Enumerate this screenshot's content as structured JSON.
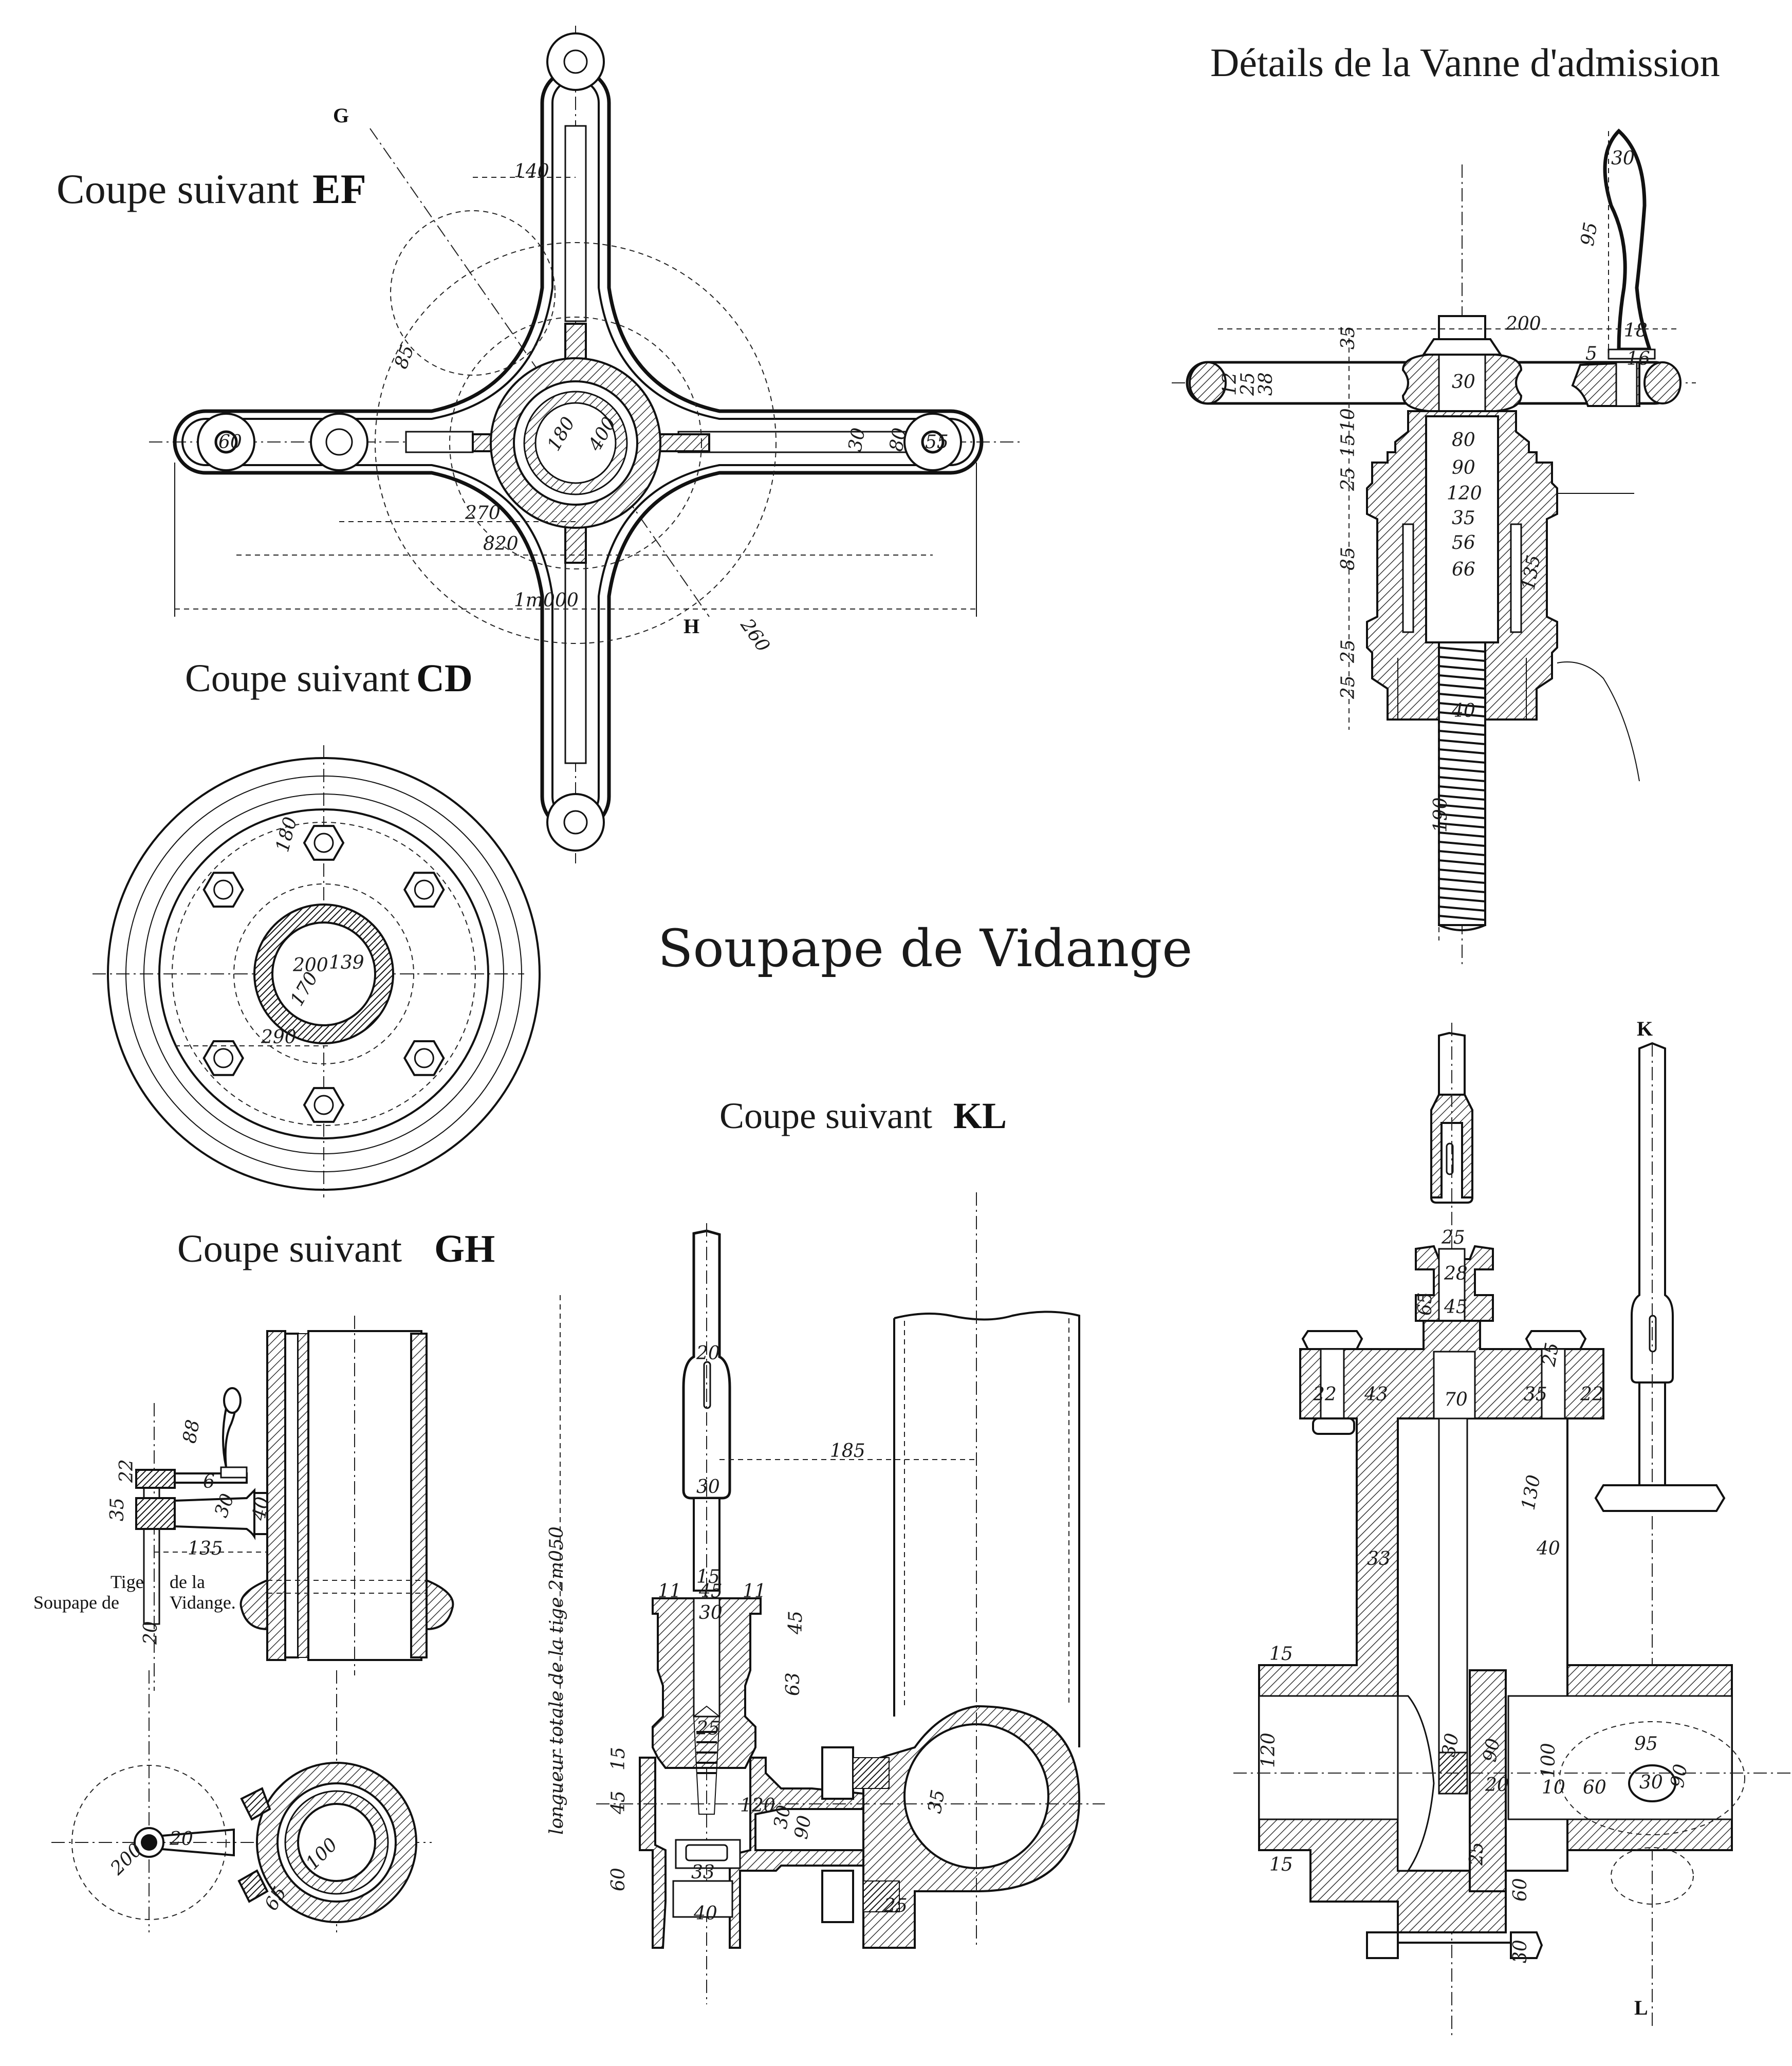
{
  "titles": {
    "main": "Soupape de Vidange",
    "vanne": "Détails de la Vanne d'admission",
    "coupe_ef": "Coupe suivant",
    "coupe_ef_letters": "EF",
    "coupe_cd": "Coupe suivant",
    "coupe_cd_letters": "CD",
    "coupe_gh": "Coupe suivant",
    "coupe_gh_letters": "GH",
    "coupe_kl": "Coupe suivant",
    "coupe_kl_letters": "KL"
  },
  "section_marks": {
    "g": "G",
    "h": "H",
    "k": "K",
    "l": "L"
  },
  "ef_dims": {
    "d140": "140",
    "d85": "85",
    "d60": "60",
    "d180": "180",
    "d400": "400",
    "d30": "30",
    "d80": "80",
    "d55": "55",
    "d270": "270",
    "d820": "820",
    "d1000": "1m000",
    "d260": "260"
  },
  "cd_dims": {
    "d180": "180",
    "d200": "200",
    "d139": "139",
    "d170": "170",
    "d290": "290"
  },
  "gh_labels": {
    "tige_1": "Tige",
    "tige_2": "de la",
    "tige_3": "Soupape de",
    "tige_4": "Vidange.",
    "d88": "88",
    "d22": "22",
    "d35": "35",
    "d6": "6",
    "d30": "30",
    "d40": "40",
    "d135": "135",
    "d20": "20",
    "d200": "200",
    "d100": "100",
    "d65": "65"
  },
  "kl_dims": {
    "stem_length": "longueur totale de la tige  2m050",
    "d20": "20",
    "d30": "30",
    "d185": "185",
    "d15": "15",
    "d11a": "11",
    "d11b": "11",
    "d45a": "45",
    "d30b": "30",
    "d45b": "45",
    "d63": "63",
    "d25": "25",
    "d15b": "15",
    "d45c": "45",
    "d120": "120",
    "d30c": "30",
    "d90": "90",
    "d35": "35",
    "d60": "60",
    "d33": "33",
    "d40": "40",
    "d25b": "25"
  },
  "vanne_dims": {
    "d30h": "30",
    "d95": "95",
    "d200": "200",
    "d35": "35",
    "d5": "5",
    "d18": "18",
    "d12": "12",
    "d25": "25",
    "d38": "38",
    "d30": "30",
    "d16": "16",
    "d10": "10",
    "d15": "15",
    "d25b": "25",
    "d85": "85",
    "d25c": "25",
    "d25d": "25",
    "i80": "80",
    "i90": "90",
    "i120": "120",
    "i35": "35",
    "i56": "56",
    "i66": "66",
    "d135": "135",
    "i40": "40",
    "d190": "190"
  },
  "body_dims": {
    "d25": "25",
    "d28": "28",
    "d65": "65",
    "d45": "45",
    "d22a": "22",
    "d43": "43",
    "d70": "70",
    "d35": "35",
    "d22b": "22",
    "d25b": "25",
    "d130": "130",
    "d40": "40",
    "d33": "33",
    "d120": "120",
    "d15a": "15",
    "d100": "100",
    "d90": "90",
    "d30": "30",
    "d20": "20",
    "d10": "10",
    "d60": "60",
    "d95": "95",
    "d30b": "30",
    "d90b": "90",
    "d15b": "15",
    "d25c": "25",
    "d60b": "60",
    "d30c": "30"
  }
}
